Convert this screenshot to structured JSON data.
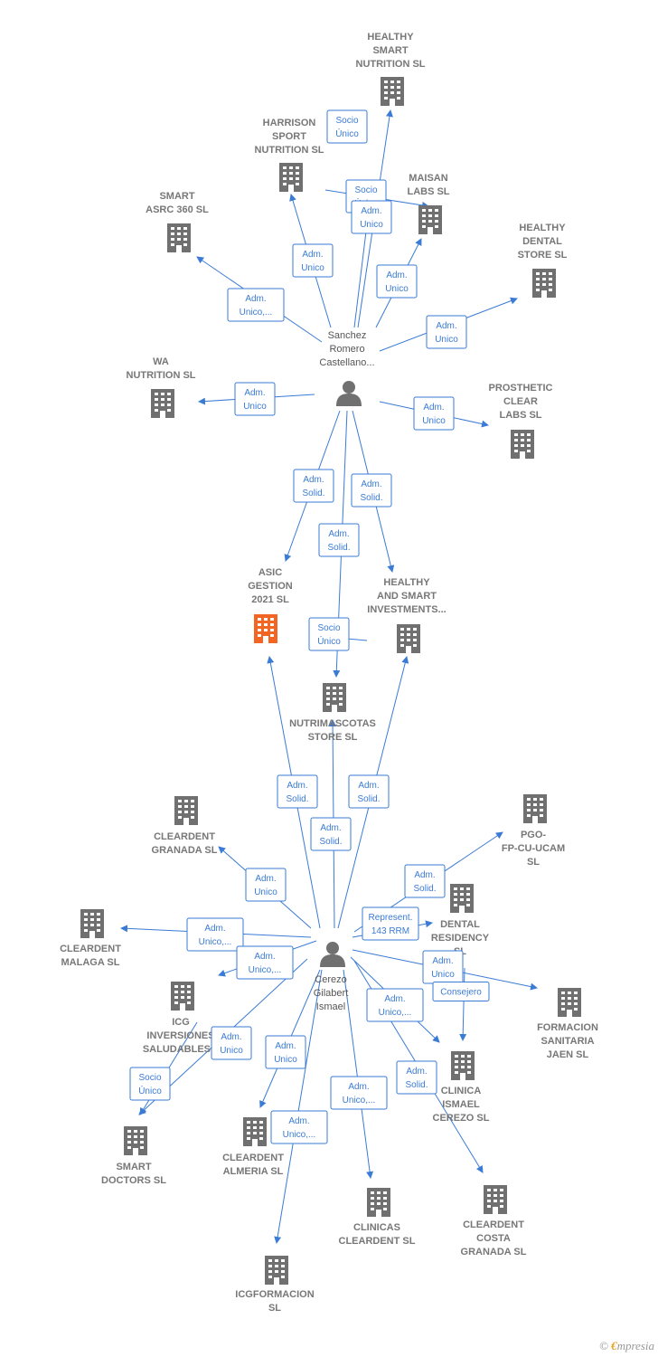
{
  "companies": [
    {
      "id": "healthy_smart_nutrition",
      "lines": [
        "HEALTHY",
        "SMART",
        "NUTRITION  SL"
      ],
      "highlight": false
    },
    {
      "id": "harrison",
      "lines": [
        "HARRISON",
        "SPORT",
        "NUTRITION SL"
      ],
      "highlight": false
    },
    {
      "id": "maisan",
      "lines": [
        "MAISAN",
        "LABS  SL"
      ],
      "highlight": false
    },
    {
      "id": "smart_asrc",
      "lines": [
        "SMART",
        "ASRC 360  SL"
      ],
      "highlight": false
    },
    {
      "id": "healthy_dental",
      "lines": [
        "HEALTHY",
        "DENTAL",
        "STORE  SL"
      ],
      "highlight": false
    },
    {
      "id": "wa_nutrition",
      "lines": [
        "WA",
        "NUTRITION  SL"
      ],
      "highlight": false
    },
    {
      "id": "prosthetic",
      "lines": [
        "PROSTHETIC",
        "CLEAR",
        "LABS  SL"
      ],
      "highlight": false
    },
    {
      "id": "asic",
      "lines": [
        "ASIC",
        "GESTION",
        "2021  SL"
      ],
      "highlight": true
    },
    {
      "id": "healthy_invest",
      "lines": [
        "HEALTHY",
        "AND SMART",
        "INVESTMENTS..."
      ],
      "highlight": false
    },
    {
      "id": "nutrimascotas",
      "lines": [
        "NUTRIMASCOTAS",
        "STORE SL"
      ],
      "highlight": false
    },
    {
      "id": "cleardent_granada",
      "lines": [
        "CLEARDENT",
        "GRANADA  SL"
      ],
      "highlight": false
    },
    {
      "id": "pgo",
      "lines": [
        "PGO-",
        "FP-CU-UCAM",
        "SL"
      ],
      "highlight": false
    },
    {
      "id": "dental_residency",
      "lines": [
        "DENTAL",
        "RESIDENCY",
        "SL"
      ],
      "highlight": false
    },
    {
      "id": "cleardent_malaga",
      "lines": [
        "CLEARDENT",
        "MALAGA  SL"
      ],
      "highlight": false
    },
    {
      "id": "icg_inversiones",
      "lines": [
        "ICG",
        "INVERSIONES",
        "SALUDABLES..."
      ],
      "highlight": false
    },
    {
      "id": "formacion",
      "lines": [
        "FORMACION",
        "SANITARIA",
        "JAEN  SL"
      ],
      "highlight": false
    },
    {
      "id": "clinica_ismael",
      "lines": [
        "CLINICA",
        "ISMAEL",
        "CEREZO  SL"
      ],
      "highlight": false
    },
    {
      "id": "smart_doctors",
      "lines": [
        "SMART",
        "DOCTORS  SL"
      ],
      "highlight": false
    },
    {
      "id": "cleardent_almeria",
      "lines": [
        "CLEARDENT",
        "ALMERIA  SL"
      ],
      "highlight": false
    },
    {
      "id": "clinicas_cleardent",
      "lines": [
        "CLINICAS",
        "CLEARDENT SL"
      ],
      "highlight": false
    },
    {
      "id": "cleardent_costa",
      "lines": [
        "CLEARDENT",
        "COSTA",
        "GRANADA  SL"
      ],
      "highlight": false
    },
    {
      "id": "icgformacion",
      "lines": [
        "ICGFORMACION",
        "SL"
      ],
      "highlight": false
    }
  ],
  "persons": [
    {
      "id": "sanchez",
      "lines": [
        "Sanchez",
        "Romero",
        "Castellano..."
      ]
    },
    {
      "id": "cerezo",
      "lines": [
        "Cerezo",
        "Gilabert",
        "Ismael"
      ]
    }
  ],
  "relations": [
    {
      "from": "sanchez",
      "to": "healthy_smart_nutrition",
      "label": [
        "Socio",
        "Único"
      ]
    },
    {
      "from": "sanchez",
      "to": "harrison",
      "label": [
        "Adm.",
        "Unico"
      ]
    },
    {
      "from": "harrison",
      "to": "maisan",
      "label": [
        "Socio",
        "Único"
      ]
    },
    {
      "from": "sanchez",
      "to": "maisan",
      "label": [
        "Adm.",
        "Unico"
      ]
    },
    {
      "from": "sanchez",
      "to": "maisan",
      "label": [
        "Adm.",
        "Unico"
      ]
    },
    {
      "from": "sanchez",
      "to": "smart_asrc",
      "label": [
        "Adm.",
        "Unico,..."
      ]
    },
    {
      "from": "sanchez",
      "to": "healthy_dental",
      "label": [
        "Adm.",
        "Unico"
      ]
    },
    {
      "from": "sanchez",
      "to": "wa_nutrition",
      "label": [
        "Adm.",
        "Unico"
      ]
    },
    {
      "from": "sanchez",
      "to": "prosthetic",
      "label": [
        "Adm.",
        "Unico"
      ]
    },
    {
      "from": "sanchez",
      "to": "asic",
      "label": [
        "Adm.",
        "Solid."
      ]
    },
    {
      "from": "sanchez",
      "to": "nutrimascotas",
      "label": [
        "Adm.",
        "Solid."
      ]
    },
    {
      "from": "sanchez",
      "to": "healthy_invest",
      "label": [
        "Adm.",
        "Solid."
      ]
    },
    {
      "from": "healthy_invest",
      "to": "nutrimascotas",
      "label": [
        "Socio",
        "Único"
      ]
    },
    {
      "from": "cerezo",
      "to": "asic",
      "label": [
        "Adm.",
        "Solid."
      ]
    },
    {
      "from": "cerezo",
      "to": "nutrimascotas",
      "label": [
        "Adm.",
        "Solid."
      ]
    },
    {
      "from": "cerezo",
      "to": "healthy_invest",
      "label": [
        "Adm.",
        "Solid."
      ]
    },
    {
      "from": "cerezo",
      "to": "cleardent_granada",
      "label": [
        "Adm.",
        "Unico"
      ]
    },
    {
      "from": "cerezo",
      "to": "pgo",
      "label": [
        "Adm.",
        "Solid."
      ]
    },
    {
      "from": "cerezo",
      "to": "dental_residency",
      "label": [
        "Represent.",
        "143 RRM"
      ]
    },
    {
      "from": "cerezo",
      "to": "cleardent_malaga",
      "label": [
        "Adm.",
        "Unico,..."
      ]
    },
    {
      "from": "cerezo",
      "to": "icg_inversiones",
      "label": [
        "Adm.",
        "Unico,..."
      ]
    },
    {
      "from": "cerezo",
      "to": "formacion",
      "label": [
        "Adm.",
        "Unico"
      ]
    },
    {
      "from": "dental_residency",
      "to": "formacion",
      "label": [
        "Consejero"
      ]
    },
    {
      "from": "cerezo",
      "to": "clinica_ismael",
      "label": [
        "Adm.",
        "Unico,..."
      ]
    },
    {
      "from": "cerezo",
      "to": "smart_doctors",
      "label": [
        "Adm.",
        "Unico"
      ]
    },
    {
      "from": "icg_inversiones",
      "to": "smart_doctors",
      "label": [
        "Socio",
        "Único"
      ]
    },
    {
      "from": "cerezo",
      "to": "cleardent_almeria",
      "label": [
        "Adm.",
        "Unico"
      ]
    },
    {
      "from": "cerezo",
      "to": "icgformacion",
      "label": [
        "Adm.",
        "Unico,..."
      ]
    },
    {
      "from": "cerezo",
      "to": "clinicas_cleardent",
      "label": [
        "Adm.",
        "Unico,..."
      ]
    },
    {
      "from": "cerezo",
      "to": "cleardent_costa",
      "label": [
        "Adm.",
        "Solid."
      ]
    }
  ],
  "colors": {
    "edge": "#3a7bd5",
    "building": "#707070",
    "highlight": "#f26522",
    "person": "#707070"
  },
  "footer": {
    "symbol": "©",
    "brand_e": "€",
    "brand_rest": "mpresia"
  }
}
